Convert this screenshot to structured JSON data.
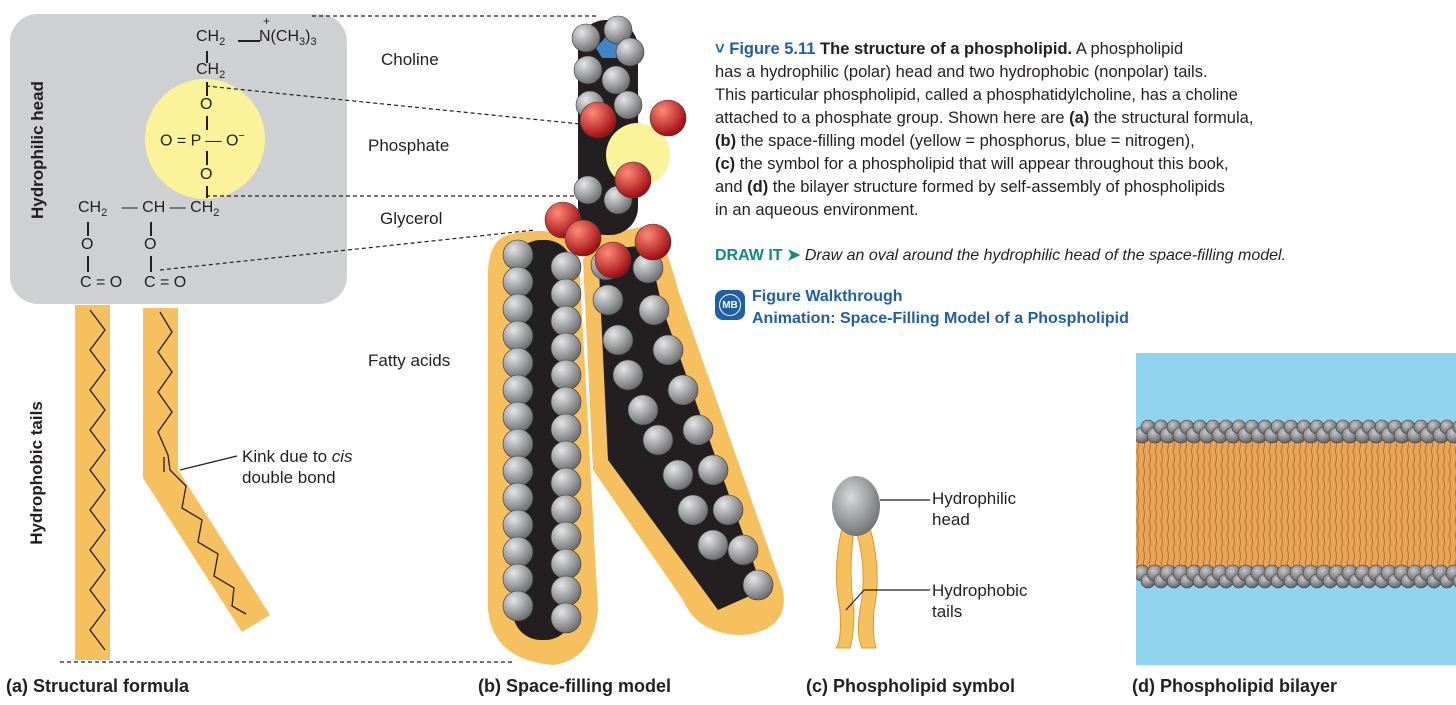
{
  "caption": {
    "figure_label": "Figure 5.11",
    "title": "The structure of a phospholipid.",
    "line1": " A phospholipid",
    "line2": "has a hydrophilic (polar) head and two hydrophobic (nonpolar) tails.",
    "line3": "This particular phospholipid, called a phosphatidylcholine, has a choline",
    "line4": "attached to a phosphate group. Shown here are ",
    "a": "(a)",
    "a_text": " the structural formula,",
    "b": "(b)",
    "b_text": " the space-filling model (yellow = phosphorus, blue = nitrogen),",
    "c": "(c)",
    "c_text": " the symbol for a phospholipid that will appear throughout this book,",
    "d_pre": "and ",
    "d": "(d)",
    "d_text": " the bilayer structure formed by self-assembly of phospholipids",
    "line_last": "in an aqueous environment."
  },
  "draw_it": {
    "label": "DRAW IT",
    "text": "Draw an oval around the hydrophilic head of the space-filling model."
  },
  "links": {
    "icon": "MB",
    "walkthrough": "Figure Walkthrough",
    "animation": "Animation: Space-Filling Model of a Phospholipid"
  },
  "side_labels": {
    "head": "Hydrophilic head",
    "tails": "Hydrophobic tails"
  },
  "component_labels": {
    "choline": "Choline",
    "phosphate": "Phosphate",
    "glycerol": "Glycerol",
    "fatty_acids": "Fatty acids",
    "kink_line1": "Kink due to ",
    "kink_cis": "cis",
    "kink_line2": "double bond"
  },
  "formula": {
    "ch2": "CH",
    "sub2": "2",
    "n_group": "N(CH",
    "sub3": "3",
    "close3": ")",
    "sub3b": "3",
    "plus": "+",
    "o": "O",
    "phosphate_row": "O = P — O",
    "minus": "−",
    "glycerol_row_a": "CH",
    "glycerol_row_mid": "— CH — CH",
    "co_left": "C = O",
    "co_right": "C = O"
  },
  "symbol_labels": {
    "head1": "Hydrophilic",
    "head2": "head",
    "tails1": "Hydrophobic",
    "tails2": "tails"
  },
  "panels": {
    "a": "(a) Structural formula",
    "b": "(b) Space-filling model",
    "c": "(c) Phospholipid symbol",
    "d": "(d) Phospholipid bilayer"
  },
  "colors": {
    "head_bg": "#cfd0d2",
    "tail_fill": "#f7c05e",
    "phosphorus": "#fbf39a",
    "oxygen": "#d7191e",
    "nitrogen": "#3f86c6",
    "carbon": "#231f20",
    "hydrogen": "#9a9b9d",
    "water": "#8fd3ef",
    "accent_blue": "#1f5fa8",
    "accent_teal": "#0c8a8a"
  }
}
